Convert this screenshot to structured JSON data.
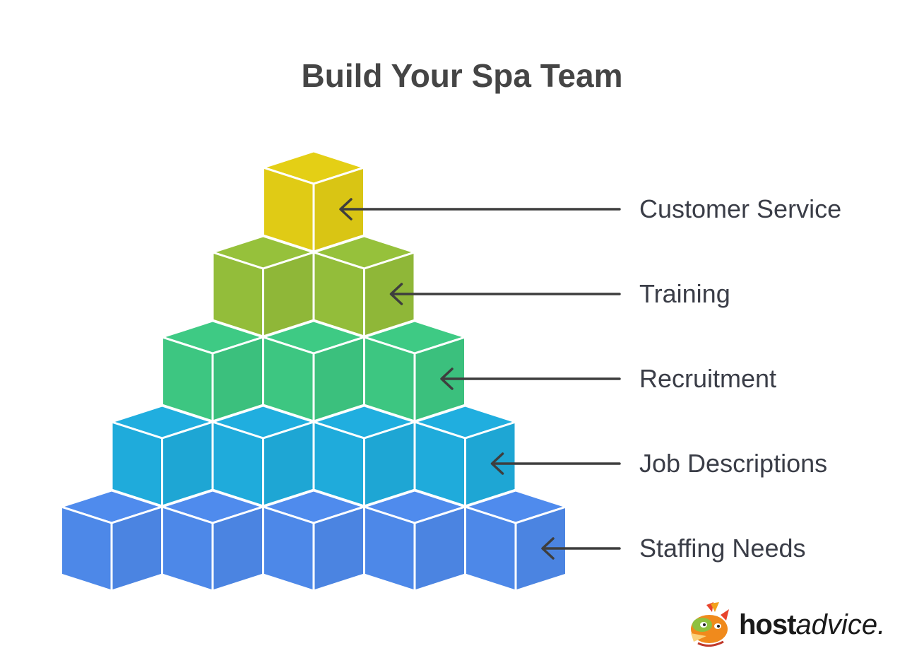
{
  "title": "Build Your Spa Team",
  "layers": [
    {
      "label": "Customer Service",
      "blocks": 1,
      "color": "#e0cb15"
    },
    {
      "label": "Training",
      "blocks": 2,
      "color": "#93bd3a"
    },
    {
      "label": "Recruitment",
      "blocks": 3,
      "color": "#3dc681"
    },
    {
      "label": "Job Descriptions",
      "blocks": 4,
      "color": "#1fabdb"
    },
    {
      "label": "Staffing Needs",
      "blocks": 5,
      "color": "#4d88e8"
    }
  ],
  "brand": {
    "bold": "host",
    "italic": "advice.",
    "icon": "fox-mascot-icon"
  }
}
